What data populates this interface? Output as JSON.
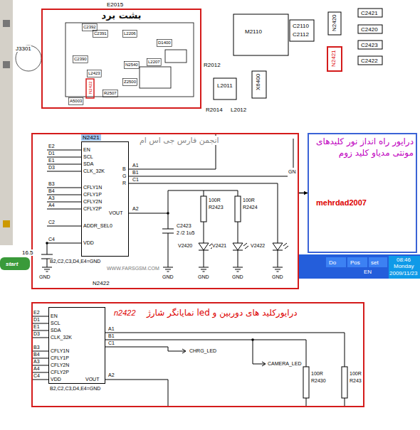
{
  "diagram": {
    "nodes": [
      {
        "text": [
          "بشت برد"
        ]
      },
      {
        "text": [
          "انجمن فارس جی اس ام"
        ]
      },
      {
        "text": [
          "N2421"
        ],
        "in": 1
      },
      {
        "text": [
          "درایور راه انداز نور کلیدهای مونتی مدیاو کلید زوم",
          "mehrdad2007"
        ]
      },
      {
        "text": [
          "درایورکلید های دوربین و led نمایانگر شارژ"
        ]
      },
      {
        "text": [
          "n2422"
        ],
        "in": 4
      }
    ],
    "edges": [
      {
        "from": 1,
        "to": 3,
        "arrow": "to"
      }
    ],
    "labels": [
      "E2015",
      "J3301",
      "M2110",
      "C2110",
      "C2112",
      "N2420",
      "C2421",
      "C2420",
      "C2423",
      "C2422",
      "N2421",
      "R2012",
      "L2011",
      "R2014",
      "L2012",
      "X6400",
      "C2392",
      "C2391",
      "L2206",
      "D1400",
      "C2390",
      "N2540",
      "L2207",
      "L2423",
      "N2422",
      "Z2500",
      "R2507",
      "A5003",
      "16.5",
      "start",
      "Do",
      "Pos",
      "set",
      "EN",
      "08:46",
      "Monday",
      "2009/11/23",
      "E2",
      "D1",
      "E1",
      "D3",
      "B3",
      "B4",
      "A3",
      "A4",
      "C2",
      "C4",
      "EN",
      "SCL",
      "SDA",
      "CLK_32K",
      "CFLY1N",
      "CFLY1P",
      "CFLY2N",
      "CFLY2P",
      "ADDR_SEL0",
      "VDD",
      "VOUT",
      "B2,C2,C3,D4,E4=GND",
      "B",
      "G",
      "R",
      "A1",
      "B1",
      "C1",
      "A2",
      "C2423",
      "2 /2 1u5",
      "100R",
      "R2423",
      "100R",
      "R2424",
      "V2420",
      "V2421",
      "V2422",
      "GND",
      "GND",
      "GND",
      "GND",
      "GND",
      "GN",
      "N2422",
      "WWW.FARSGSM.COM",
      "E2",
      "D1",
      "E1",
      "D3",
      "B3",
      "B4",
      "A3",
      "A4",
      "C4",
      "EN",
      "SCL",
      "SDA",
      "CLK_32K",
      "CFLY1N",
      "CFLY1P",
      "CFLY2N",
      "CFLY2P",
      "VDD",
      "VOUT",
      "B2,C2,C3,D4,E4=GND",
      "A1",
      "B1",
      "C1",
      "A2",
      "CHRG_LED",
      "CAMERA_LED",
      "100R",
      "R2430",
      "100R",
      "R243"
    ]
  }
}
